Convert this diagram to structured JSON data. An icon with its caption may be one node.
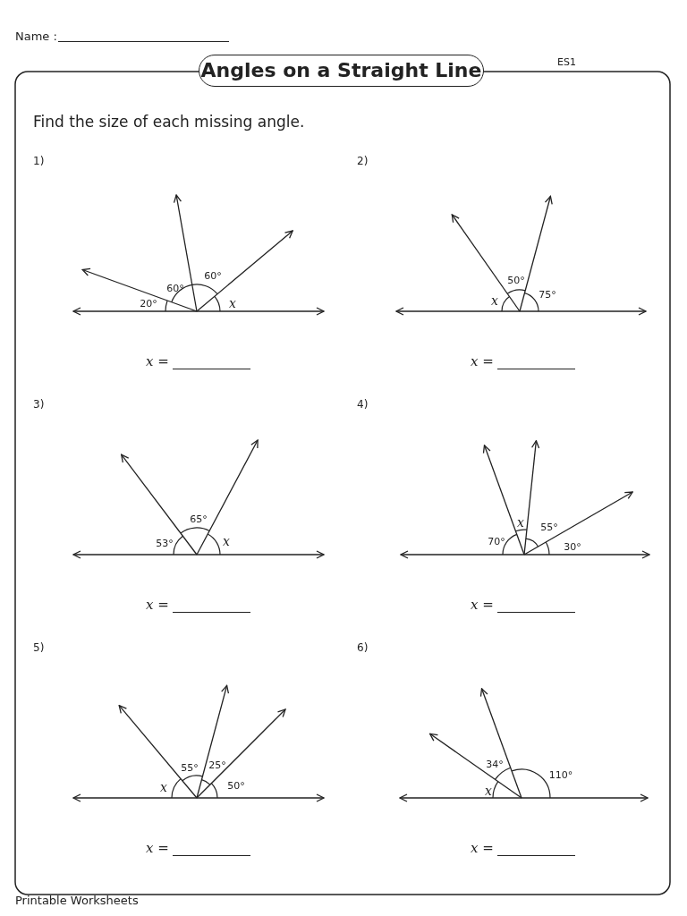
{
  "diagram": {
    "title": "Angles on a Straight Line",
    "labels": [
      "Name :",
      "ES1",
      "Find the size of each missing angle.",
      "1)",
      "2)",
      "60°",
      "60°",
      "20°",
      "x",
      "50°",
      "x",
      "75°",
      "*x* =",
      "*x* =",
      "3)",
      "4)",
      "65°",
      "53°",
      "x",
      "x",
      "55°",
      "70°",
      "30°",
      "*x* =",
      "*x* =",
      "5)",
      "6)",
      "55°",
      "25°",
      "x",
      "50°",
      "34°",
      "110°",
      "x",
      "*x* =",
      "*x* =",
      "Printable Worksheets"
    ]
  }
}
